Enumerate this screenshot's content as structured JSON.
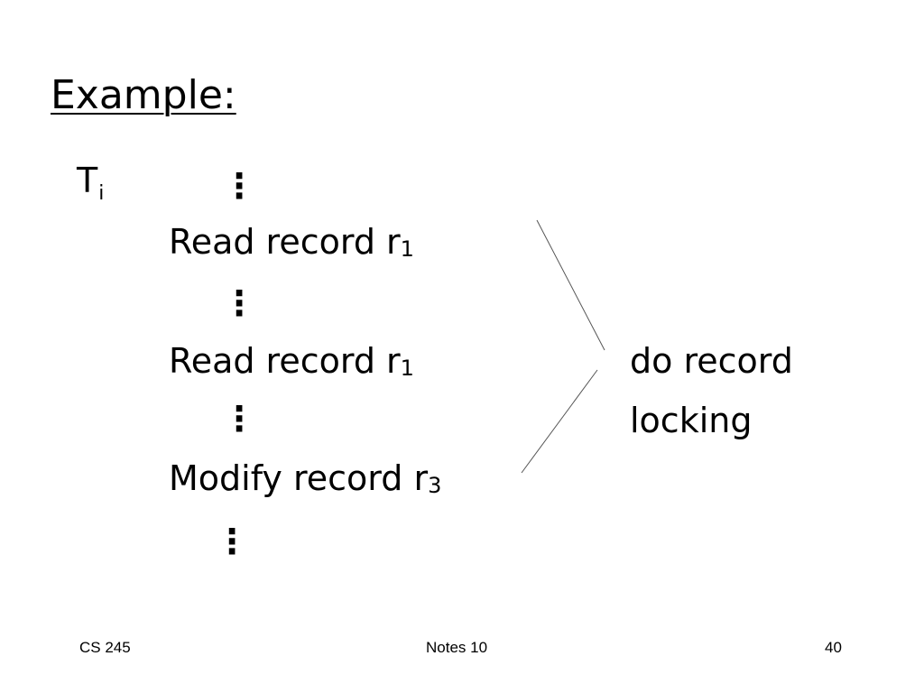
{
  "slide": {
    "title": "Example:",
    "transaction": {
      "label": "T",
      "subscript": "i"
    },
    "ellipsis": "⋮",
    "steps": [
      {
        "text": "Read record r",
        "subscript": "1"
      },
      {
        "text": "Read record r",
        "subscript": "1"
      },
      {
        "text": "Modify record r",
        "subscript": "3"
      }
    ],
    "annotation": {
      "line1": "do record",
      "line2": "locking"
    }
  },
  "footer": {
    "left": "CS 245",
    "center": "Notes 10",
    "right": "40"
  }
}
